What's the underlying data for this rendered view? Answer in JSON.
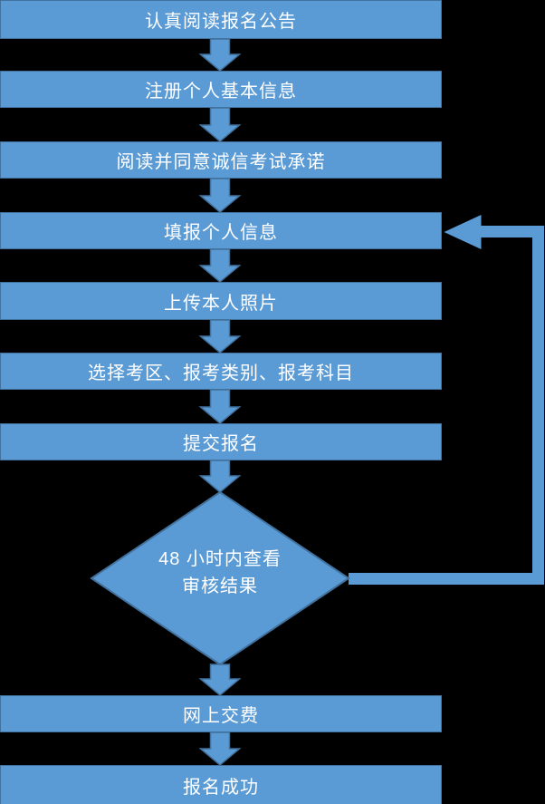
{
  "page": {
    "background": "#000000"
  },
  "palette": {
    "shape_fill": "#5b9bd5",
    "shape_border": "#41719c",
    "text": "#ffffff"
  },
  "flowchart": {
    "steps": [
      "认真阅读报名公告",
      "注册个人基本信息",
      "阅读并同意诚信考试承诺",
      "填报个人信息",
      "上传本人照片",
      "选择考区、报考类别、报考科目",
      "提交报名",
      "网上交费",
      "报名成功"
    ],
    "decision": {
      "line1": "48 小时内查看",
      "line2": "审核结果"
    }
  }
}
